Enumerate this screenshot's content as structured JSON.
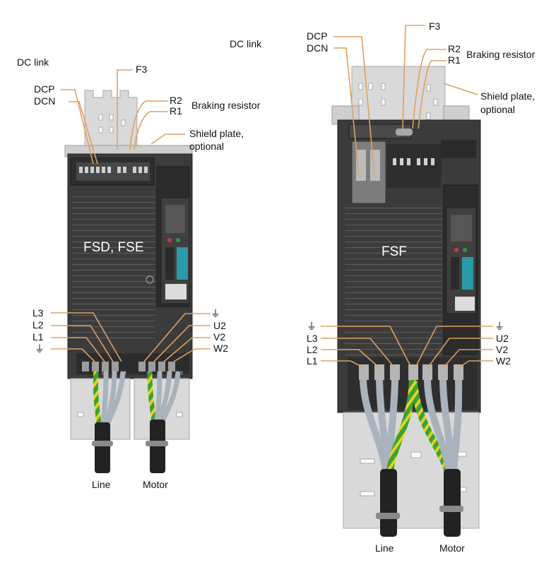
{
  "left_unit": {
    "frame_label": "FSD, FSE",
    "dc_link_label": "DC link",
    "dcp_label": "DCP",
    "dcn_label": "DCN",
    "f3_label": "F3",
    "r2_label": "R2",
    "r1_label": "R1",
    "braking_resistor_label": "Braking resistor",
    "shield_plate_line1": "Shield plate,",
    "shield_plate_line2": "optional",
    "line_side_labels": [
      "L3",
      "L2",
      "L1"
    ],
    "motor_side_labels": [
      "U2",
      "V2",
      "W2"
    ],
    "terminal_marks": [
      "L1",
      "L2",
      "L3",
      "U2",
      "V2",
      "W2"
    ],
    "line_cable_label": "Line",
    "motor_cable_label": "Motor"
  },
  "right_unit": {
    "frame_label": "FSF",
    "dc_link_label": "DC link",
    "dcp_label": "DCP",
    "dcn_label": "DCN",
    "f3_label": "F3",
    "r2_label": "R2",
    "r1_label": "R1",
    "braking_resistor_label": "Braking resistor",
    "shield_plate_line1": "Shield plate,",
    "shield_plate_line2": "optional",
    "line_side_labels": [
      "L3",
      "L2",
      "L1"
    ],
    "motor_side_labels": [
      "U2",
      "V2",
      "W2"
    ],
    "line_cable_label": "Line",
    "motor_cable_label": "Motor"
  },
  "ground_symbol": "⏚",
  "colors": {
    "housing": "#3b3b3b",
    "heatsink_fins": "#555555",
    "shield_plate": "#d9d9d9",
    "leader_line": "#e0a060",
    "cable_grey": "#a9b3bd",
    "earth_green": "#3aa335",
    "earth_yellow": "#e6d21e",
    "cable_black": "#222222",
    "display_teal": "#2a9aa8"
  }
}
